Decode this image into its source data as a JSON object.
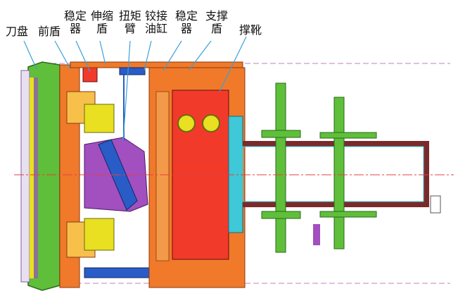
{
  "labels": {
    "cutterhead": "刀盘",
    "front_shield": "前盾",
    "stabilizer_1_line1": "稳定",
    "stabilizer_1_line2": "器",
    "telescopic_shield_line1": "伸缩",
    "telescopic_shield_line2": "盾",
    "torque_arm_line1": "扭矩",
    "torque_arm_line2": "臂",
    "articulation_cylinder_line1": "铰接",
    "articulation_cylinder_line2": "油缸",
    "stabilizer_2_line1": "稳定",
    "stabilizer_2_line2": "器",
    "support_shield_line1": "支撑",
    "support_shield_line2": "盾",
    "gripper_shoe": "撑靴"
  },
  "colors": {
    "cutterhead_green": "#5fbf3a",
    "shield_orange": "#f07a2a",
    "gripper_red": "#f23a2a",
    "arm_blue": "#2a5cc8",
    "purple": "#a24fc0",
    "yellow": "#e8e020",
    "cyan": "#3ec8d8",
    "frame_brown": "#7a2a2a",
    "centerline_red": "#e04040",
    "pointer_blue": "#3aa0d8"
  }
}
